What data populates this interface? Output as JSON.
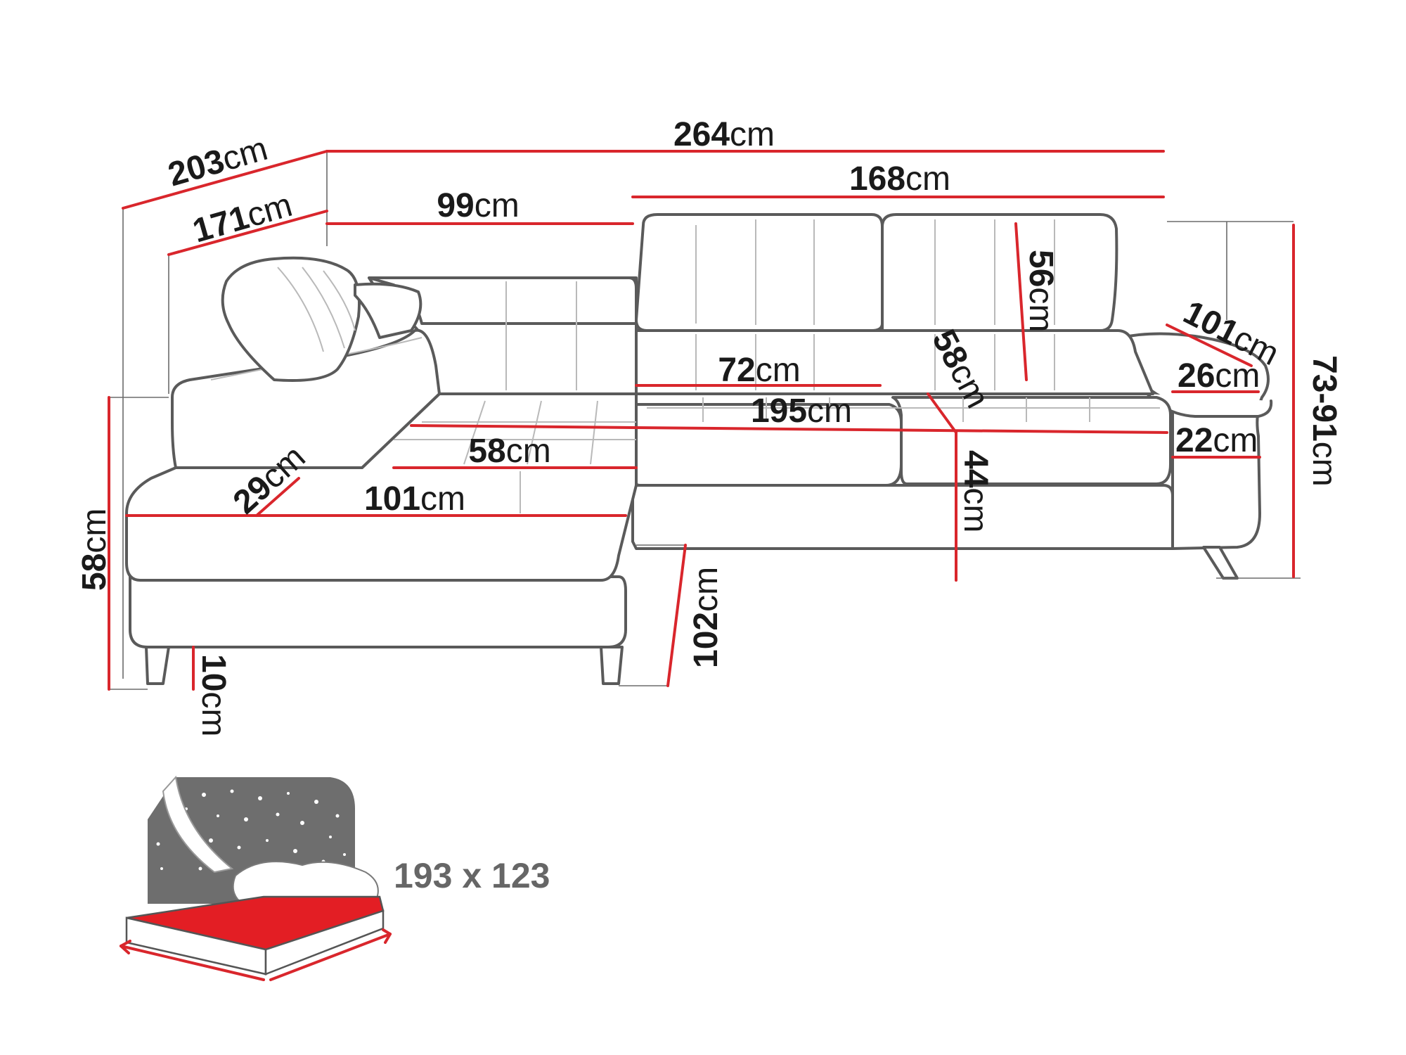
{
  "unit": "cm",
  "dimensions": {
    "total_length": {
      "value": "264",
      "unit": "cm"
    },
    "total_depth": {
      "value": "203",
      "unit": "cm"
    },
    "chaise_seat_depth": {
      "value": "171",
      "unit": "cm"
    },
    "headrest_section_left": {
      "value": "99",
      "unit": "cm"
    },
    "headrest_section_right": {
      "value": "168",
      "unit": "cm"
    },
    "headrest_height": {
      "value": "56",
      "unit": "cm"
    },
    "armrest_depth": {
      "value": "101",
      "unit": "cm"
    },
    "height_range": {
      "value": "73-91",
      "unit": "cm"
    },
    "backrest_width": {
      "value": "72",
      "unit": "cm"
    },
    "seat_depth_diag": {
      "value": "58",
      "unit": "cm"
    },
    "armrest_width": {
      "value": "26",
      "unit": "cm"
    },
    "sleeping_length": {
      "value": "195",
      "unit": "cm"
    },
    "armrest_height": {
      "value": "22",
      "unit": "cm"
    },
    "chaise_inner_width": {
      "value": "58",
      "unit": "cm"
    },
    "chaise_arm_width": {
      "value": "29",
      "unit": "cm"
    },
    "chaise_width": {
      "value": "101",
      "unit": "cm"
    },
    "seat_height": {
      "value": "44",
      "unit": "cm"
    },
    "side_height": {
      "value": "58",
      "unit": "cm"
    },
    "leg_height": {
      "value": "10",
      "unit": "cm"
    },
    "chaise_front_width": {
      "value": "102",
      "unit": "cm"
    }
  },
  "bed": {
    "label": "193 x 123",
    "colors": {
      "mattress": "#e31e24",
      "backdrop": "#6e6e6e",
      "stars": "#ffffff"
    }
  },
  "colors": {
    "dimension_line": "#d9262c",
    "outline": "#5a5a5a",
    "text": "#1a1a1a"
  }
}
